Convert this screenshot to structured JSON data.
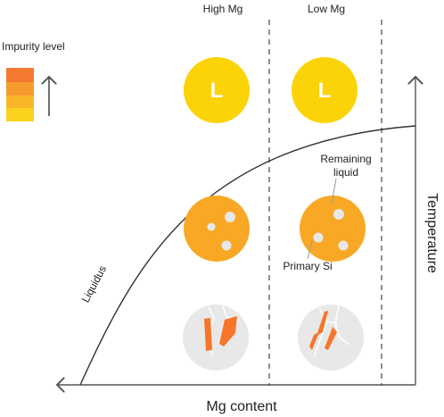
{
  "columns": {
    "high_mg": "High Mg",
    "low_mg": "Low Mg"
  },
  "impurity_legend": {
    "title": "Impurity level",
    "colors": [
      "#f47a2f",
      "#f79b2e",
      "#f9b728",
      "#fbd31e"
    ]
  },
  "liquid_symbol": "L",
  "axes": {
    "x_label": "Mg content",
    "y_label": "Temperature"
  },
  "curve_label": "Liquidus",
  "annotations": {
    "remaining_liquid": [
      "Remaining",
      "liquid"
    ],
    "primary_si": "Primary Si"
  },
  "colors": {
    "liquid": "#fcd307",
    "semi_solid": "#f9a825",
    "solid": "#e8e8e8",
    "impurity_phase": "#f6762a",
    "line": "#555555"
  }
}
